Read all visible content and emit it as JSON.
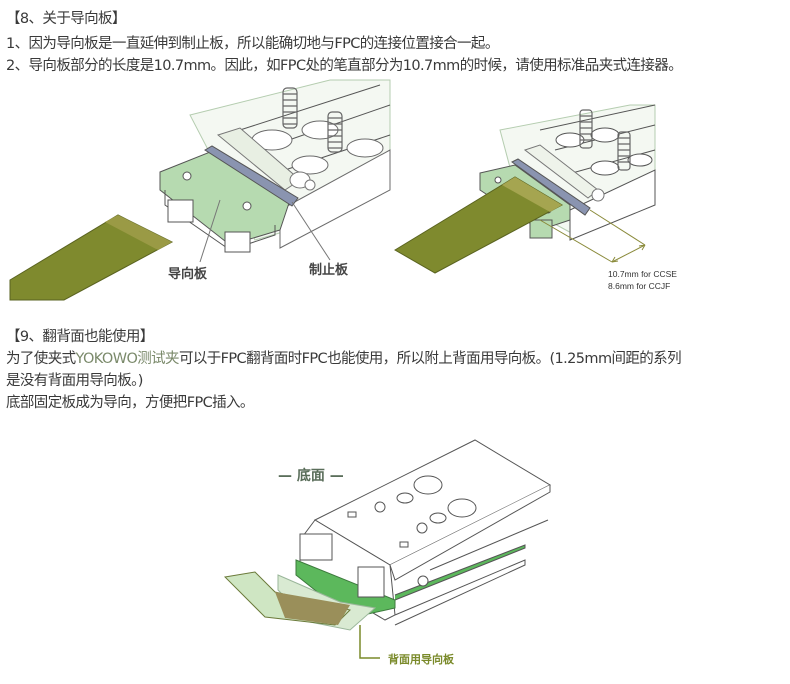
{
  "section8": {
    "heading": "【8、关于导向板】",
    "line1": "1、因为导向板是一直延伸到制止板，所以能确切地与FPC的连接位置接合一起。",
    "line2": "2、导向板部分的长度是10.7mm。因此，如FPC处的笔直部分为10.7mm的时候，请使用标准品夹式连接器。",
    "figure_left": {
      "label_guide": "导向板",
      "label_stopper": "制止板"
    },
    "figure_right": {
      "dim_line1": "10.7mm for CCSE",
      "dim_line2": "8.6mm for CCJF"
    }
  },
  "section9": {
    "heading": "【9、翻背面也能使用】",
    "para1_prefix": "为了使夹式",
    "para1_link": "YOKOWO测试夹",
    "para1_suffix": "可以于FPC翻背面时FPC也能使用，所以附上背面用导向板。(1.25mm间距的系列",
    "para1_cont": "是没有背面用导向板。)",
    "para2": "底部固定板成为导向，方便把FPC插入。",
    "figure": {
      "title": "— 底面 —",
      "label_back_guide": "背面用导向板"
    }
  },
  "colors": {
    "text": "#3a3a3a",
    "link": "#7b8a6b",
    "guide_green": "#b6dab0",
    "fpc_olive": "#7f8a2e",
    "bright_green": "#5cb85c",
    "label_olive": "#7a8a2a"
  }
}
